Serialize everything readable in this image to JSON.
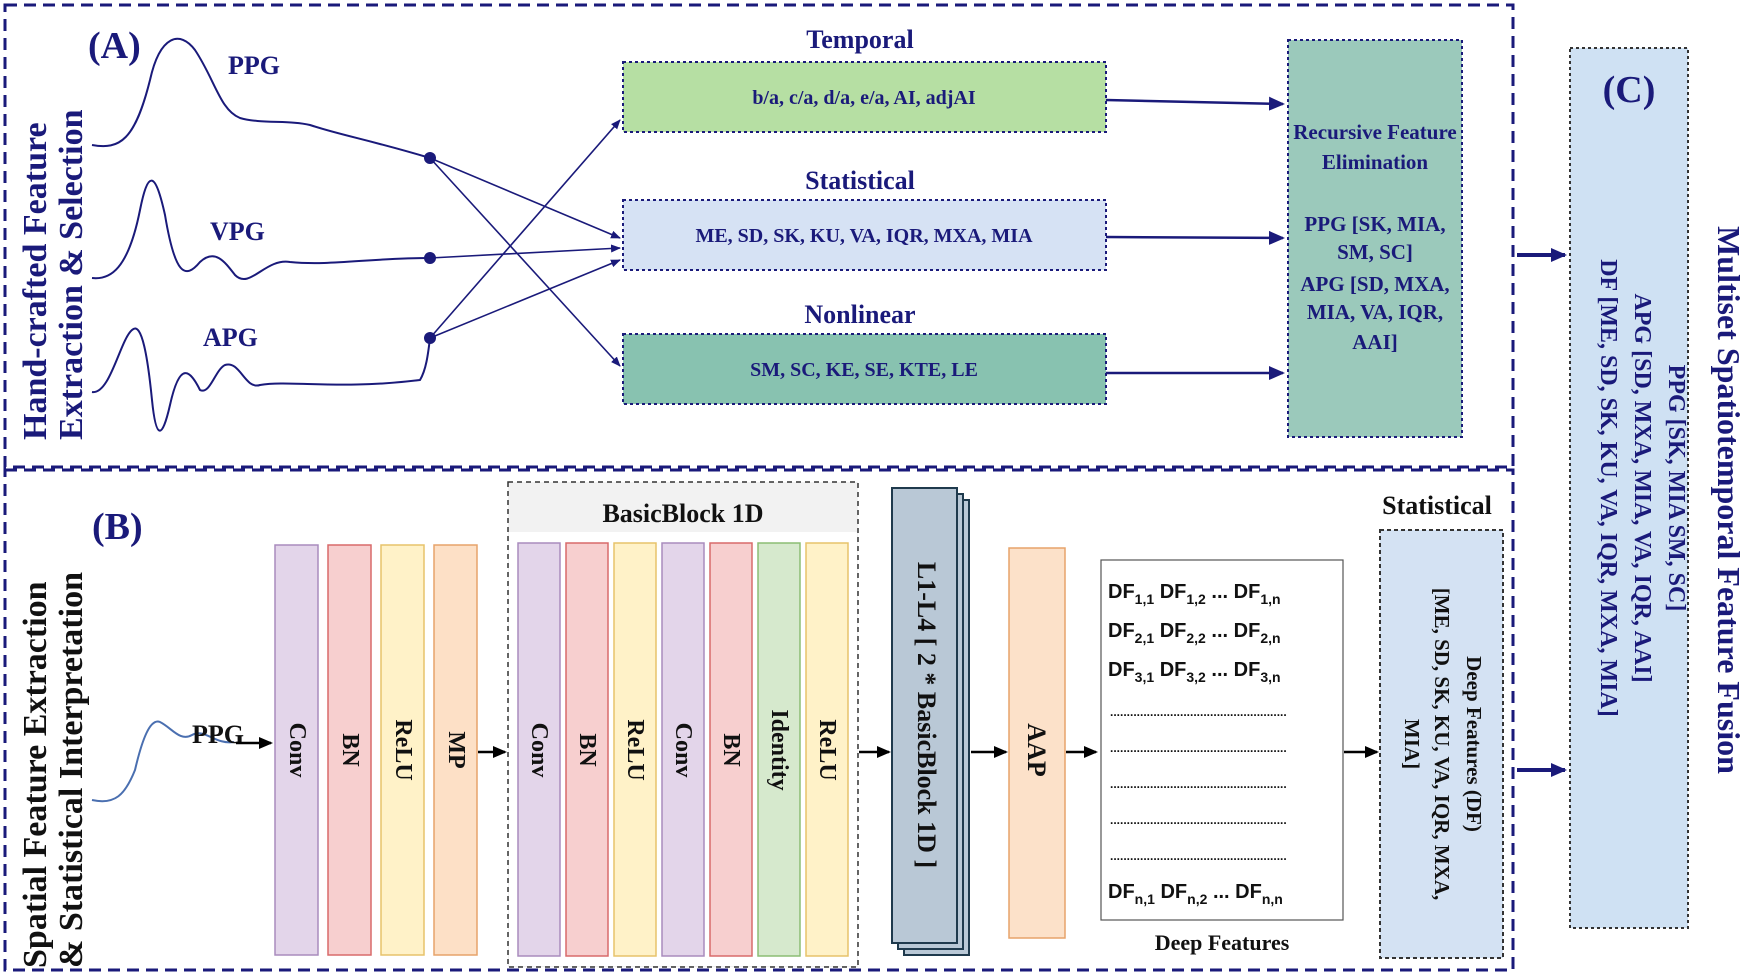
{
  "colors": {
    "navy": "#1a1a7a",
    "temporal_fill": "#b6dfa3",
    "statistical_fill": "#d6e2f4",
    "nonlinear_fill": "#88c2b0",
    "rfe_fill": "#9bc9bb",
    "fusion_fill": "#cfe1f3",
    "conv_fill": "#e3d5ea",
    "bn_fill": "#f7cfcf",
    "relu_fill": "#fff2c8",
    "mp_fill": "#fde0c6",
    "identity_fill": "#d6e9cd",
    "layers_fill": "#b9c8d6",
    "aap_fill": "#fce1c9",
    "stat_box_fill": "#d4e2f3",
    "basicblock_bg": "#f2f2f2"
  },
  "section_a": {
    "label": "(A)",
    "side_title_line1": "Hand-crafted Feature",
    "side_title_line2": "Extraction & Selection",
    "signals": [
      "PPG",
      "VPG",
      "APG"
    ],
    "temporal": {
      "title": "Temporal",
      "content": "b/a, c/a, d/a, e/a, AI, adjAI"
    },
    "statistical": {
      "title": "Statistical",
      "content": "ME, SD, SK, KU, VA, IQR, MXA, MIA"
    },
    "nonlinear": {
      "title": "Nonlinear",
      "content": "SM, SC, KE, SE, KTE, LE"
    },
    "rfe": {
      "title_line1": "Recursive Feature",
      "title_line2": "Elimination",
      "lines": [
        "PPG [SK, MIA,",
        "SM, SC]",
        "APG [SD, MXA,",
        "MIA, VA, IQR,",
        "AAI]"
      ]
    }
  },
  "section_b": {
    "label": "(B)",
    "side_title_line1": "Spatial Feature Extraction",
    "side_title_line2": "& Statistical Interpretation",
    "input_label": "PPG",
    "stem_layers": [
      "Conv",
      "BN",
      "ReLU",
      "MP"
    ],
    "basic_block": {
      "title": "BasicBlock 1D",
      "layers": [
        "Conv",
        "BN",
        "ReLU",
        "Conv",
        "BN",
        "Identity",
        "ReLU"
      ]
    },
    "residual_layers": "L1-L4 [ 2 * BasicBlock 1D ]",
    "pool": "AAP",
    "deep_features_caption": "Deep Features",
    "df_rows": [
      "1",
      "2",
      "3",
      "n"
    ],
    "df_label": "DF",
    "df_ellipsis": "...",
    "df_dots": ".....................................................",
    "statistical_title": "Statistical",
    "statistical_box_line1": "Deep Features (DF)",
    "statistical_box_line2": "[ME, SD, SK, KU, VA, IQR, MXA,",
    "statistical_box_line3": "MIA]"
  },
  "section_c": {
    "label": "(C)",
    "lines": [
      "PPG [SK, MIA SM, SC]",
      "APG [SD, MXA, MIA, VA, IQR, AAI]",
      "DF [ME, SD, SK, KU, VA, IQR, MXA, MIA]"
    ],
    "side_title": "Multiset Spatiotemporal Feature Fusion"
  }
}
